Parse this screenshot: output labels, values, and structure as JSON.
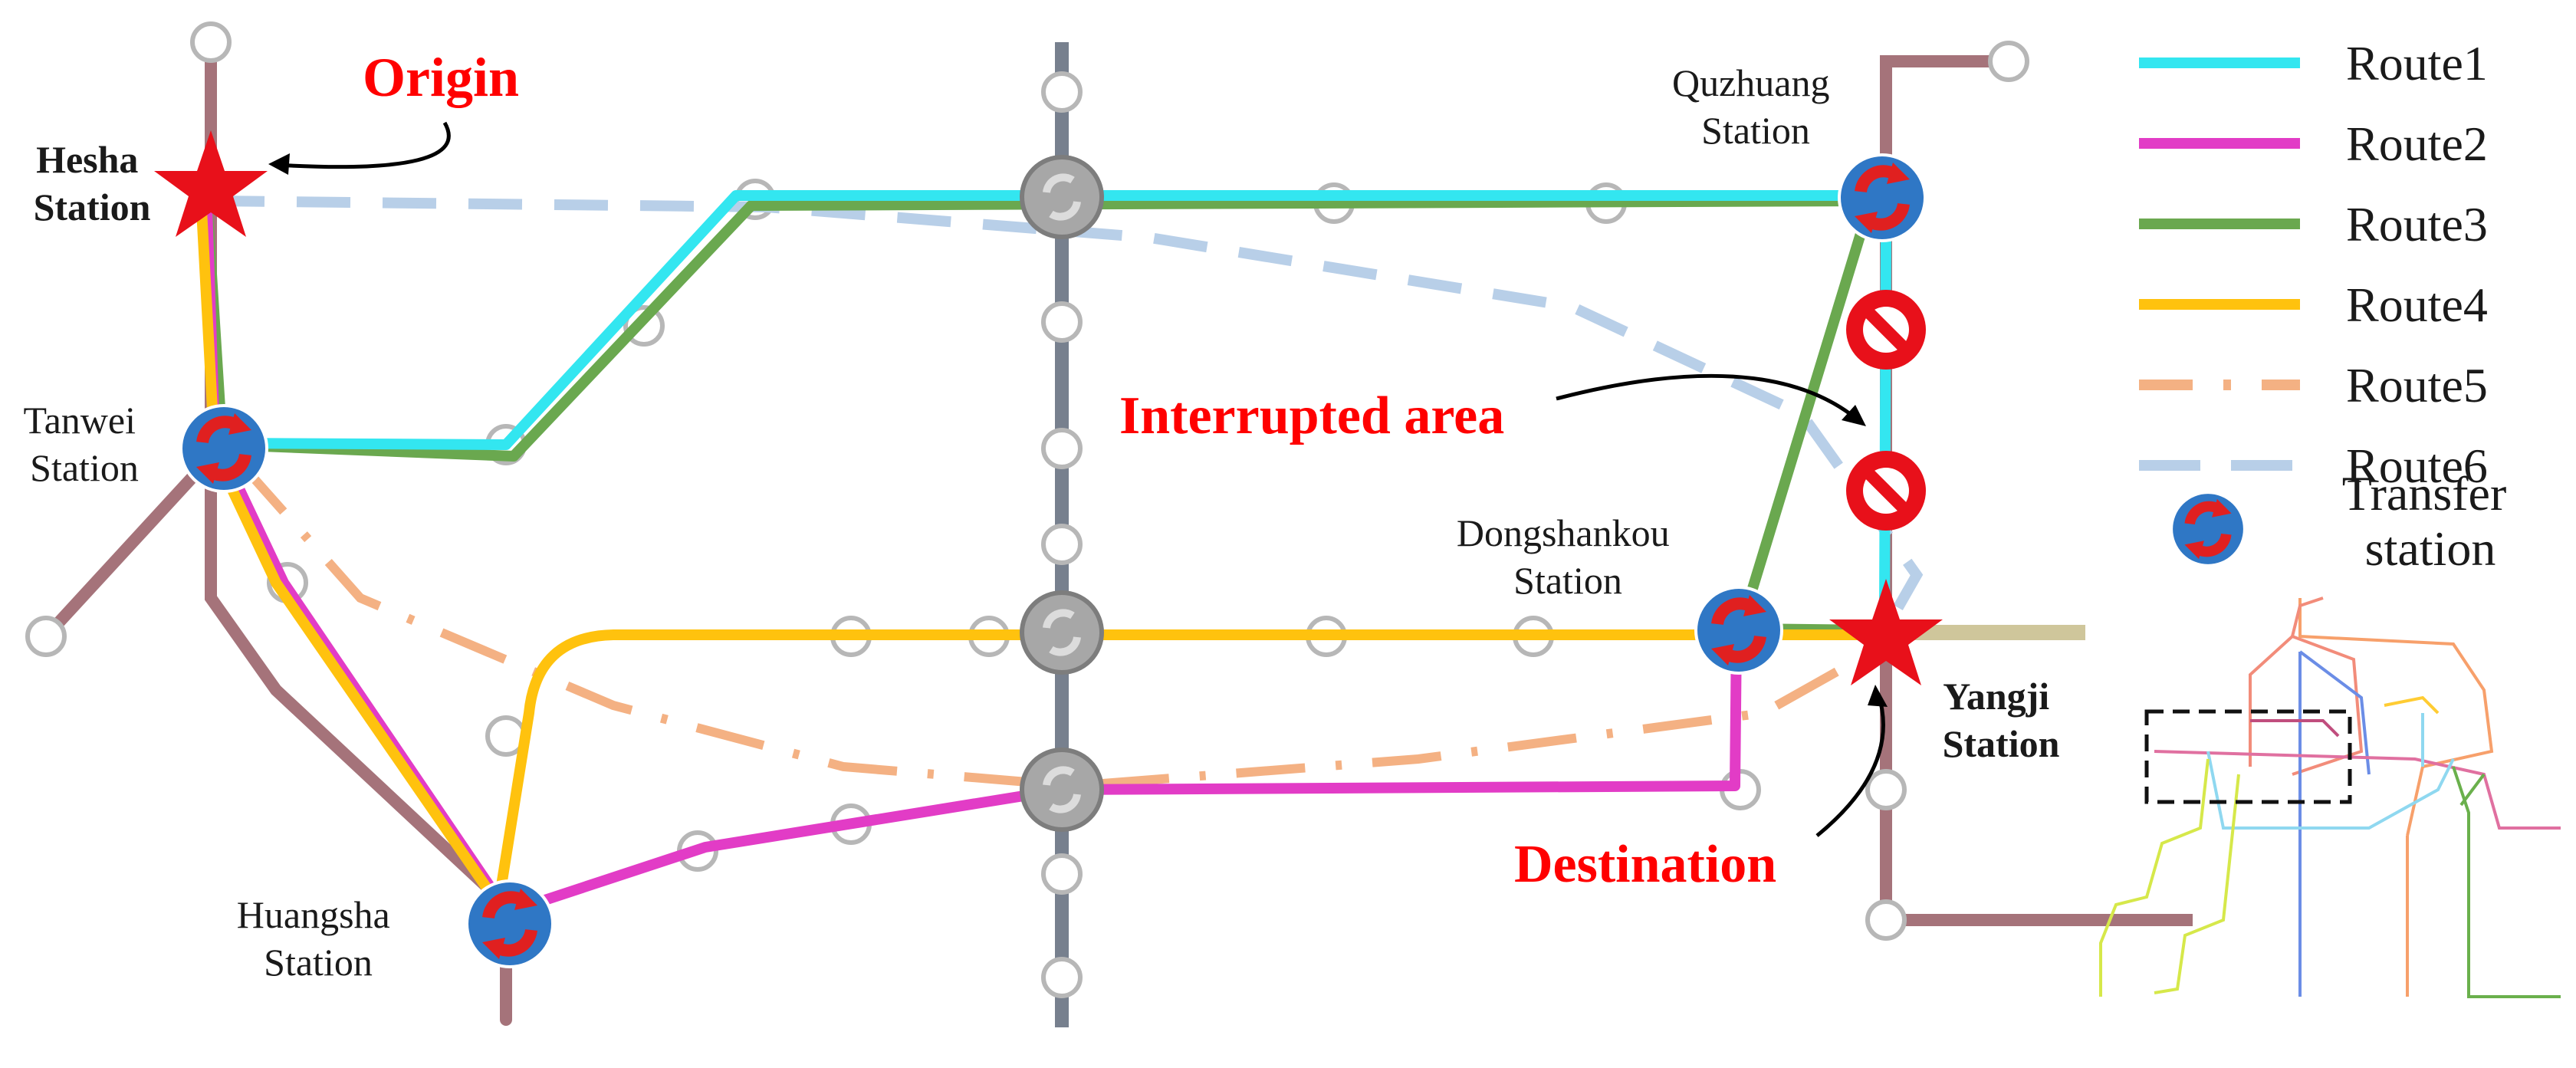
{
  "labels": {
    "origin": "Origin",
    "destination": "Destination",
    "interrupted": "Interrupted area"
  },
  "stations": {
    "hesha": [
      "Hesha",
      "Station"
    ],
    "tanwei": [
      "Tanwei",
      "Station"
    ],
    "huangsha": [
      "Huangsha",
      "Station"
    ],
    "quzhuang": [
      "Quzhuang",
      "Station"
    ],
    "dongshankou": [
      "Dongshankou",
      "Station"
    ],
    "yangji": [
      "Yangji",
      "Station"
    ]
  },
  "legend": {
    "routes": [
      {
        "name": "Route1",
        "color": "#33e6f0",
        "style": "solid"
      },
      {
        "name": "Route2",
        "color": "#e23cc6",
        "style": "solid"
      },
      {
        "name": "Route3",
        "color": "#6aa84f",
        "style": "solid"
      },
      {
        "name": "Route4",
        "color": "#ffc20e",
        "style": "solid"
      },
      {
        "name": "Route5",
        "color": "#f4b183",
        "style": "dashdot"
      },
      {
        "name": "Route6",
        "color": "#b8cfe8",
        "style": "dashed"
      }
    ],
    "transfer": [
      "Transfer",
      "station"
    ]
  },
  "colors": {
    "label_red": "#ff0000",
    "metro_gray": "#77808e",
    "metro_brown": "#a5737a",
    "metro_tan": "#cfc69b",
    "transfer_blue": "#2f77c5",
    "transfer_red": "#e02020"
  }
}
